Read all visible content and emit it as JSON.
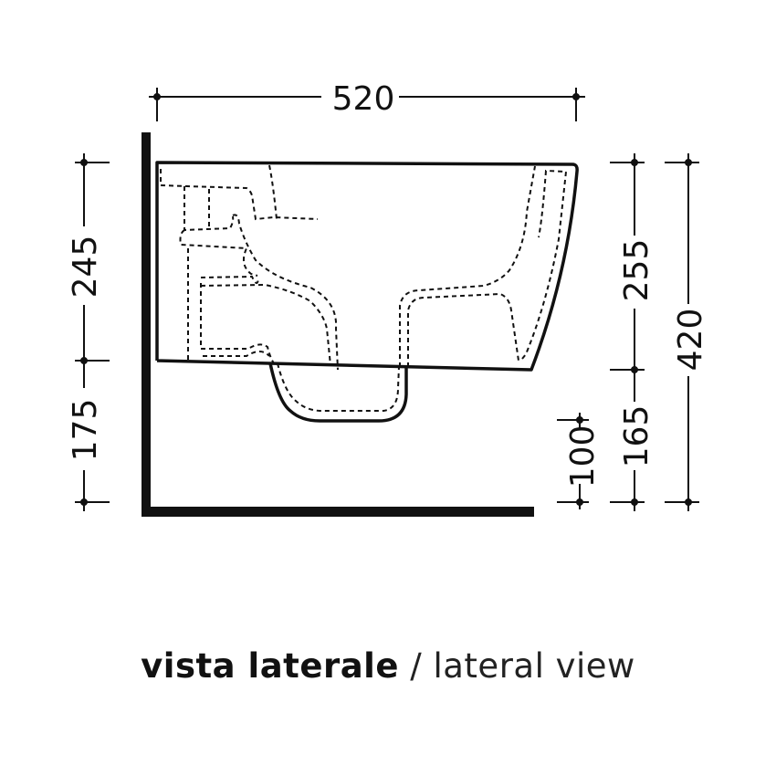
{
  "drawing": {
    "type": "technical-drawing",
    "subject": "wall-hung sanitary fixture, side profile",
    "dimensions": {
      "width_top": "520",
      "left_upper_height": "245",
      "left_lower_height": "175",
      "right_upper_height": "255",
      "right_lower_height": "165",
      "right_total_height": "420",
      "inner_small_height": "100"
    },
    "colors": {
      "line": "#111111",
      "background": "#ffffff"
    }
  },
  "caption": {
    "primary": "vista laterale",
    "separator": " / ",
    "secondary": "lateral view"
  }
}
